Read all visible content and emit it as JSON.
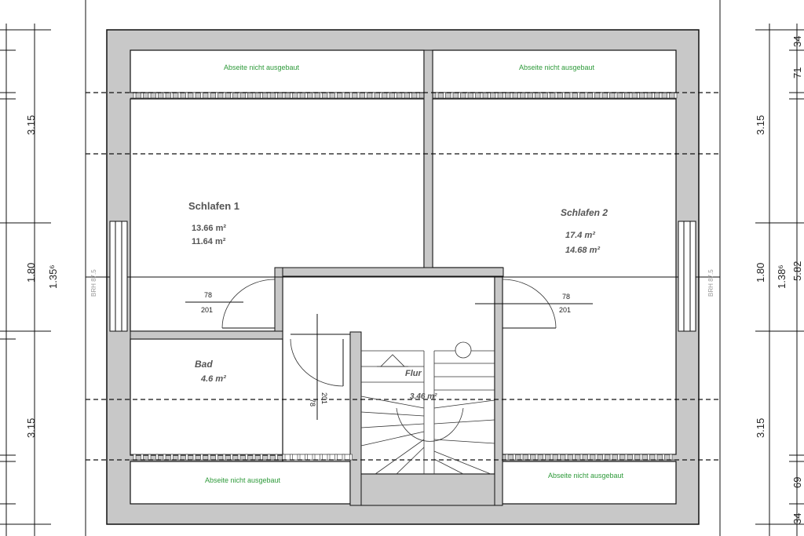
{
  "rooms": {
    "schlafen1": {
      "name": "Schlafen 1",
      "area1": "13.66 m²",
      "area2": "11.64 m²"
    },
    "schlafen2": {
      "name": "Schlafen 2",
      "area1": "17.4 m²",
      "area2": "14.68 m²"
    },
    "bad": {
      "name": "Bad",
      "area": "4.6 m²"
    },
    "flur": {
      "name": "Flur",
      "area": "3.46 m²"
    }
  },
  "attic_label": "Abseite nicht ausgebaut",
  "doors": {
    "left": {
      "width": "78",
      "height": "201"
    },
    "right": {
      "width": "78",
      "height": "201"
    },
    "bad": {
      "width": "78",
      "height": "201"
    }
  },
  "window_label": "BRH 87.5",
  "dimensions": {
    "left": [
      "3.15",
      "1.80",
      "1.35⁶",
      "3.15"
    ],
    "right": [
      "3.15",
      "1.80",
      "1.38⁶",
      "5.82",
      "3.15",
      "34",
      "71",
      "69",
      "34"
    ]
  },
  "colors": {
    "wall": "#c8c8c8",
    "attic_text": "#2e9a3a"
  }
}
